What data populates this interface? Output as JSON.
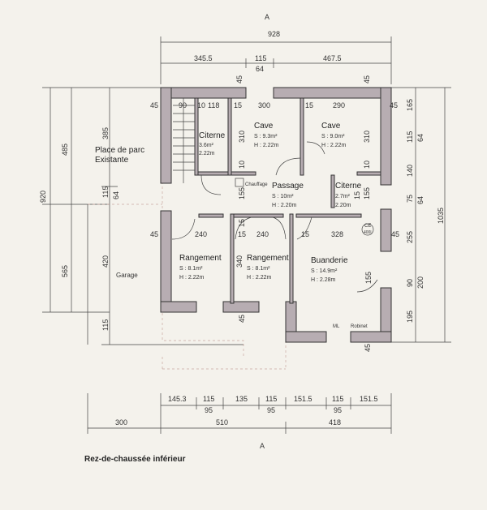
{
  "plan_title": "Rez-de-chaussée inférieur",
  "north_marker": "A",
  "rooms": {
    "citerne_left": {
      "name": "Citerne",
      "area": "3.6m²",
      "height": "2.22m"
    },
    "cave_left": {
      "name": "Cave",
      "area": "S : 9.3m²",
      "height": "H : 2.22m"
    },
    "cave_right": {
      "name": "Cave",
      "area": "S : 9.0m²",
      "height": "H : 2.22m"
    },
    "passage": {
      "name": "Passage",
      "area": "S : 10m²",
      "height": "H : 2.20m"
    },
    "citerne_right": {
      "name": "Citerne",
      "area": "2.7m²",
      "height": "2.20m"
    },
    "rangement_left": {
      "name": "Rangement",
      "area": "S : 8.1m²",
      "height": "H : 2.22m"
    },
    "rangement_mid": {
      "name": "Rangement",
      "area": "S : 8.1m²",
      "height": "H : 2.22m"
    },
    "buanderie": {
      "name": "Buanderie",
      "area": "S : 14.9m²",
      "height": "H : 2.28m"
    },
    "parc": {
      "line1": "Place de parc",
      "line2": "Existante"
    },
    "garage": {
      "name": "Garage"
    }
  },
  "fixtures": {
    "chauffage": "Chauffage",
    "ce": "CE",
    "ce_capacity": "400l",
    "ml": "ML",
    "robinet": "Robinet"
  },
  "dimensions": {
    "top_total": "928",
    "top_segments": [
      "345.5",
      "115",
      "467.5"
    ],
    "top_sub": "64",
    "wall_45": "45",
    "row1": [
      "90",
      "10",
      "118",
      "15",
      "300",
      "15",
      "290"
    ],
    "row2": [
      "240",
      "15",
      "240",
      "15",
      "328"
    ],
    "left_total": "920",
    "left_485": "485",
    "left_565": "565",
    "left_385": "385",
    "left_115a": "115",
    "left_64": "64",
    "left_420": "420",
    "left_115b": "115",
    "right_total": "1035",
    "right_165": "165",
    "right_115": "115",
    "right_64a": "64",
    "right_140": "140",
    "right_75": "75",
    "right_64b": "64",
    "right_255": "255",
    "right_90": "90",
    "right_200": "200",
    "right_195": "195",
    "inner_310a": "310",
    "inner_310b": "310",
    "inner_10a": "10",
    "inner_10b": "10",
    "inner_155a": "155",
    "inner_155b": "155",
    "inner_15a": "15",
    "inner_15b": "15",
    "inner_340": "340",
    "inner_155c": "155",
    "bottom_segments": [
      "145.3",
      "115",
      "135",
      "115",
      "151.5",
      "115",
      "151.5"
    ],
    "bottom_sub": [
      "95",
      "95",
      "95"
    ],
    "bottom_totals": [
      "300",
      "510",
      "418"
    ]
  }
}
